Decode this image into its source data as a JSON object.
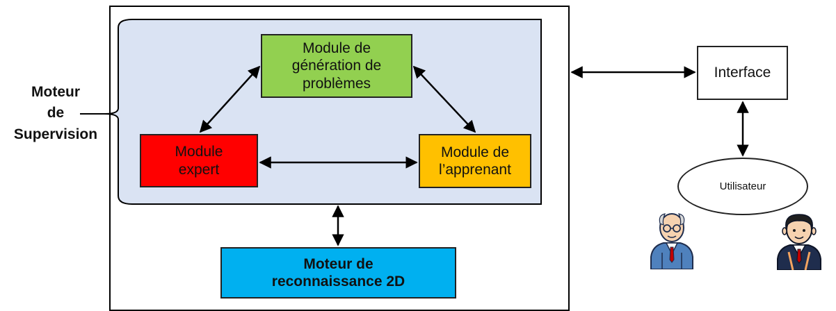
{
  "side_label": {
    "line1": "Moteur",
    "line2": "de",
    "line3": "Supervision"
  },
  "modules": {
    "generation": {
      "line1": "Module de",
      "line2": "génération de",
      "line3": "problèmes",
      "color": "#92d050"
    },
    "expert": {
      "line1": "Module",
      "line2": "expert",
      "color": "#ff0000"
    },
    "learner": {
      "line1": "Module de",
      "line2": "l’apprenant",
      "color": "#ffc000"
    },
    "recognition": {
      "line1": "Moteur de",
      "line2": "reconnaissance 2D",
      "color": "#00b0f0"
    }
  },
  "interface": {
    "label": "Interface"
  },
  "user": {
    "label": "Utilisateur"
  },
  "supervision_panel": {
    "color": "#dae3f3"
  },
  "icons": [
    "elderly-teacher-icon",
    "student-icon"
  ]
}
